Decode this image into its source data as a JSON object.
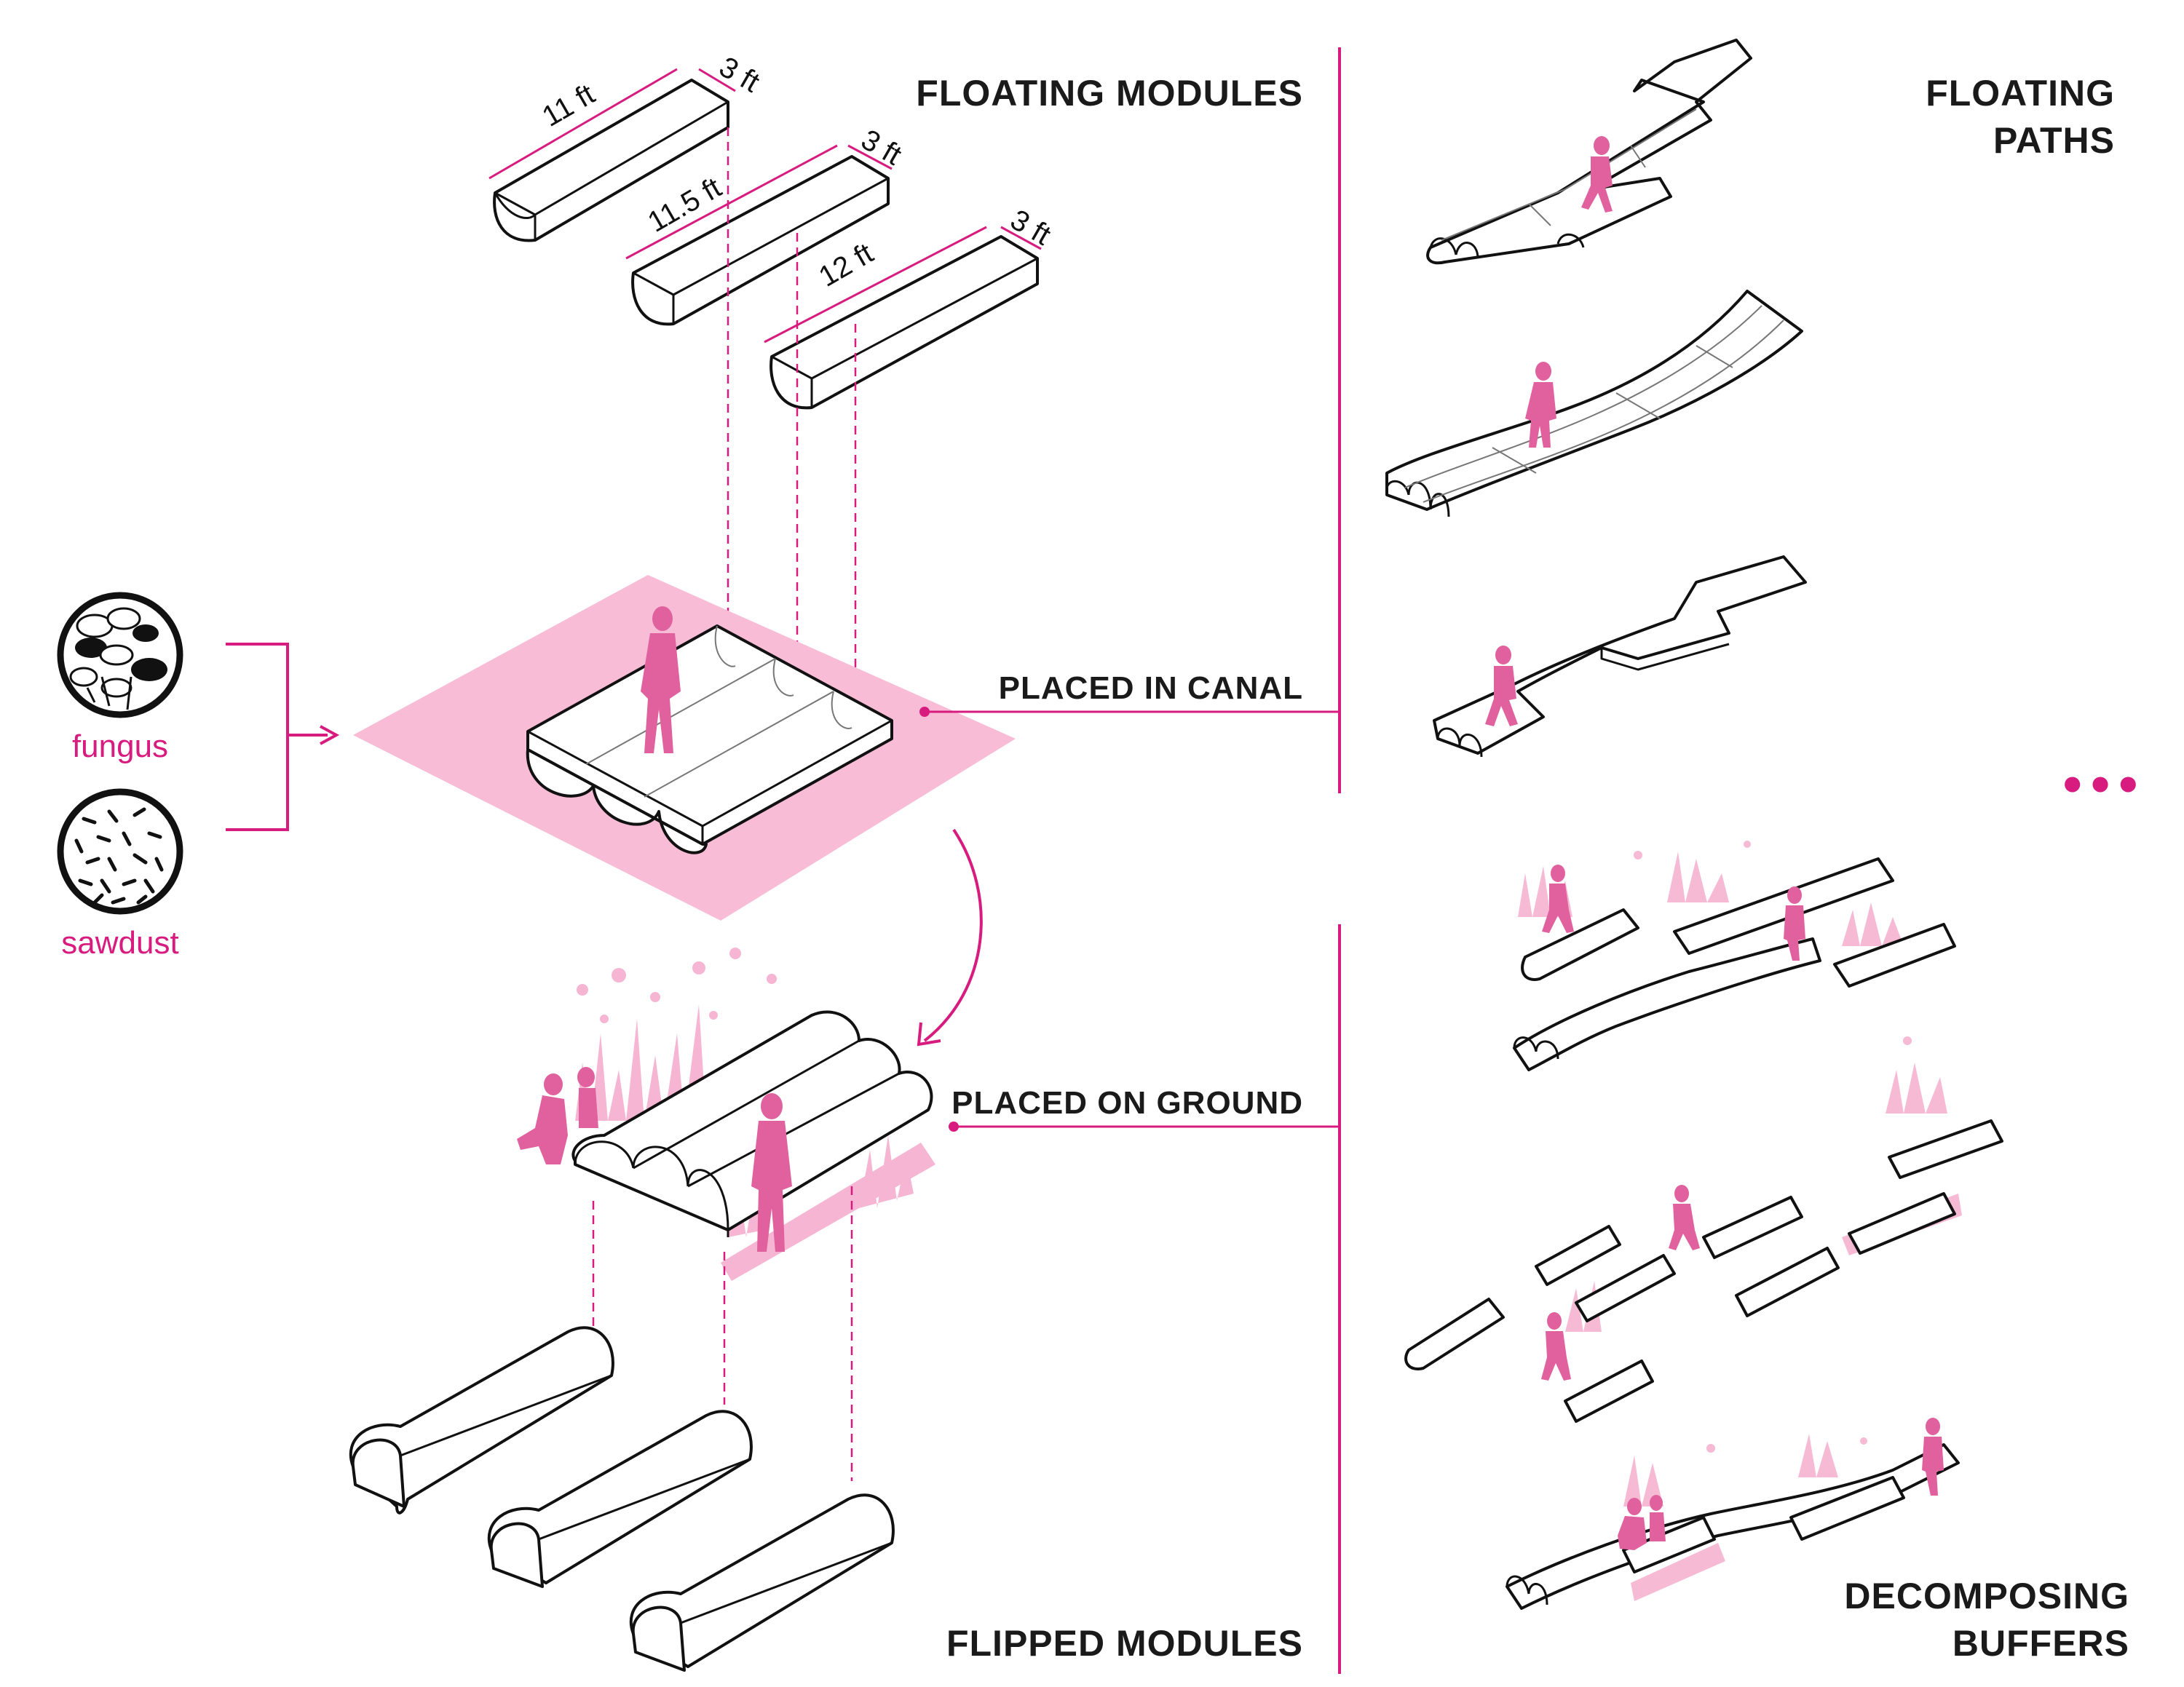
{
  "labels": {
    "floating_modules": "FLOATING MODULES",
    "placed_in_canal": "PLACED IN CANAL",
    "placed_on_ground": "PLACED ON GROUND",
    "flipped_modules": "FLIPPED MODULES",
    "floating_paths_line1": "FLOATING",
    "floating_paths_line2": "PATHS",
    "decomposing_buffers_line1": "DECOMPOSING",
    "decomposing_buffers_line2": "BUFFERS",
    "continuation": "•••"
  },
  "materials": {
    "fungus": "fungus",
    "sawdust": "sawdust"
  },
  "dimensions": {
    "module1_length": "11 ft",
    "module1_width": "3 ft",
    "module2_length": "11.5 ft",
    "module2_width": "3 ft",
    "module3_length": "12 ft",
    "module3_width": "3 ft"
  },
  "colors": {
    "accent": "#d81b7f",
    "canal_fill": "#f8bcd6",
    "plant_fill": "#f5a9cb",
    "figure_fill": "#e0619e",
    "ink": "#111111"
  }
}
